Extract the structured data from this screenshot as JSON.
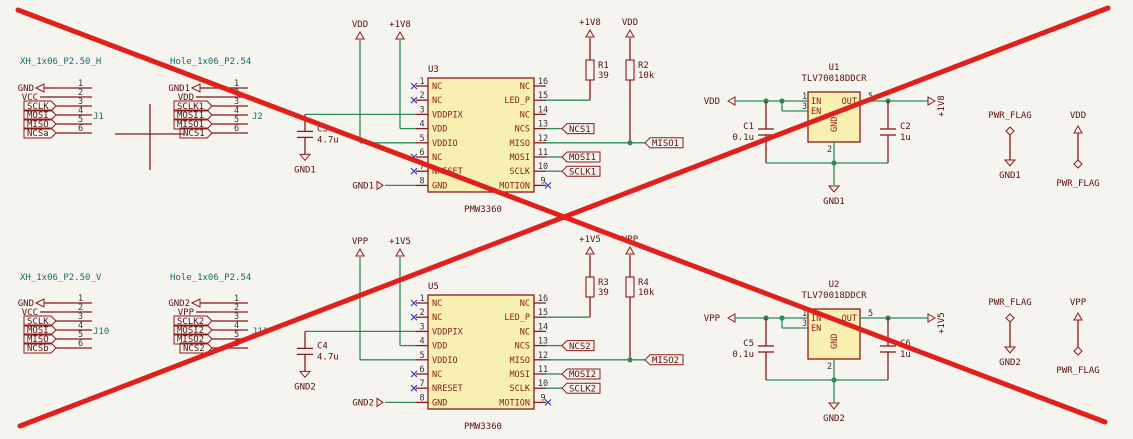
{
  "headers": {
    "xh1": "XH_1x06_P2.50_H",
    "hole1": "Hole_1x06_P2.54",
    "xh2": "XH_1x06_P2.50_V",
    "hole2": "Hole_1x06_P2.54"
  },
  "refs": {
    "J1": "J1",
    "J2": "J2",
    "J10": "J10",
    "J11": "J11",
    "U3": "U3",
    "U5": "U5",
    "U1": "U1",
    "U2": "U2",
    "R1": "R1",
    "R2": "R2",
    "R3": "R3",
    "R4": "R4",
    "C1": "C1",
    "C2": "C2",
    "C3": "C3",
    "C4": "C4",
    "C5": "C5",
    "C6": "C6"
  },
  "values": {
    "R1": "39",
    "R2": "10k",
    "R3": "39",
    "R4": "10k",
    "C1": "0.1u",
    "C2": "1u",
    "C3": "4.7u",
    "C4": "4.7u",
    "C5": "0.1u",
    "C6": "1u"
  },
  "parts": {
    "sensor": "PMW3360",
    "ldo": "TLV70018DDCR"
  },
  "connector_labels": {
    "J1": [
      "GND",
      "VCC",
      "SCLK",
      "MOSI",
      "MISO",
      "NCSa"
    ],
    "J2": [
      "GND1",
      "VDD",
      "SCLK1",
      "MOSI1",
      "MISO1",
      "NCS1"
    ],
    "J10": [
      "GND",
      "VCC",
      "SCLK",
      "MOSI",
      "MISO",
      "NCSb"
    ],
    "J11": [
      "GND2",
      "VPP",
      "SCLK2",
      "MOSI2",
      "MISO2",
      "NCS2"
    ]
  },
  "pin_numbers": [
    "1",
    "2",
    "3",
    "4",
    "5",
    "6"
  ],
  "sensor_left_pins": [
    {
      "num": "1",
      "name": "NC"
    },
    {
      "num": "2",
      "name": "NC"
    },
    {
      "num": "3",
      "name": "VDDPIX"
    },
    {
      "num": "4",
      "name": "VDD"
    },
    {
      "num": "5",
      "name": "VDDIO"
    },
    {
      "num": "6",
      "name": "NC"
    },
    {
      "num": "7",
      "name": "NRESET"
    },
    {
      "num": "8",
      "name": "GND"
    }
  ],
  "sensor_right_pins": [
    {
      "num": "16",
      "name": "NC"
    },
    {
      "num": "15",
      "name": "LED_P"
    },
    {
      "num": "14",
      "name": "NC"
    },
    {
      "num": "13",
      "name": "NCS"
    },
    {
      "num": "12",
      "name": "MISO"
    },
    {
      "num": "11",
      "name": "MOSI"
    },
    {
      "num": "10",
      "name": "SCLK"
    },
    {
      "num": "9",
      "name": "MOTION"
    }
  ],
  "ldo_pins": {
    "in": "IN",
    "en": "EN",
    "out": "OUT",
    "gnd": "GND",
    "n1": "1",
    "n3": "3",
    "n5": "5",
    "n2": "2"
  },
  "top": {
    "vdd": "VDD",
    "v18": "+1V8",
    "gnd1": "GND1",
    "ncs": "NCS1",
    "miso": "MISO1",
    "mosi": "MOSI1",
    "sclk": "SCLK1",
    "pwr_flag": "PWR_FLAG"
  },
  "bottom": {
    "vpp": "VPP",
    "v15": "+1V5",
    "gnd2": "GND2",
    "ncs": "NCS2",
    "miso": "MISO2",
    "mosi": "MOSI2",
    "sclk": "SCLK2",
    "pwr_flag": "PWR_FLAG"
  },
  "colors": {
    "wire": "#2e8b57",
    "symbol": "#8b1a1a",
    "symbol_fill": "#f7f0b0",
    "crossout": "#e0201a",
    "background": "#f5f4ef"
  }
}
